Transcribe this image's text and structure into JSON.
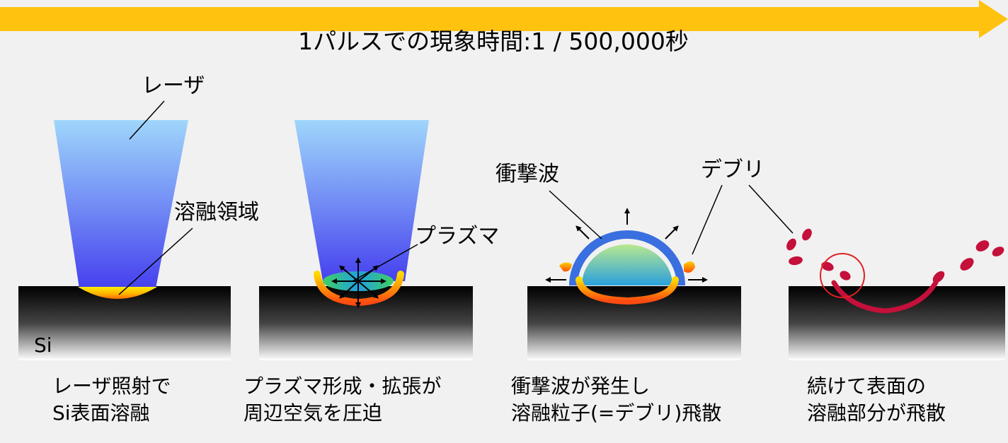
{
  "title": "1パルスでの現象時間:1 / 500,000秒",
  "labels": {
    "laser": "レーザ",
    "melt_region": "溶融領域",
    "plasma": "プラズマ",
    "shockwave": "衝撃波",
    "debris": "デブリ",
    "si": "Si"
  },
  "captions": [
    {
      "line1": "レーザ照射で",
      "line2": "Si表面溶融"
    },
    {
      "line1": "プラズマ形成・拡張が",
      "line2": "周辺空気を圧迫"
    },
    {
      "line1": "衝撃波が発生し",
      "line2": "溶融粒子(=デブリ)飛散"
    },
    {
      "line1": "続けて表面の",
      "line2": "溶融部分が飛散"
    }
  ],
  "colors": {
    "timeline_arrow": "#FFC20E",
    "laser_top": "#9FD3FB",
    "laser_bottom": "#4A4CF0",
    "shockwave": "#3A6FE0",
    "debris_late": "#C4103A",
    "background": "#F1F1F1"
  }
}
